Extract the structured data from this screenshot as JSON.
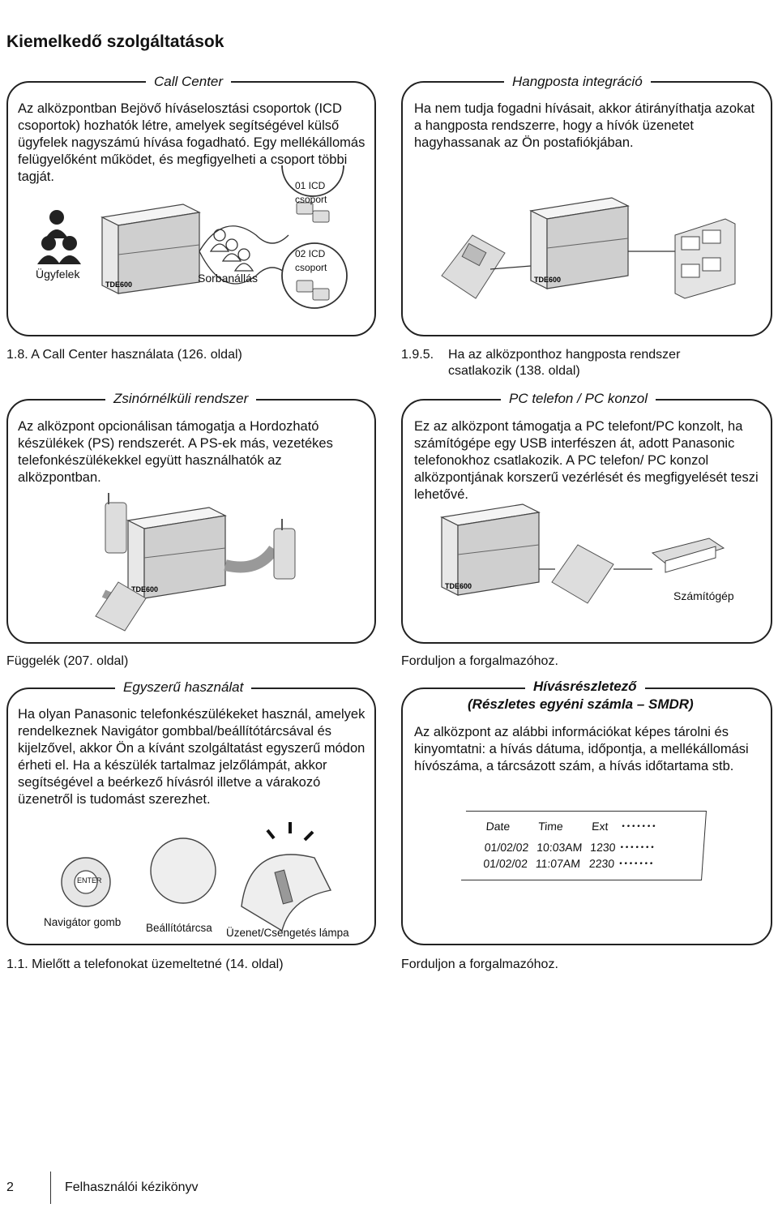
{
  "page_title": "Kiemelkedő szolgáltatások",
  "panels": {
    "call_center": {
      "title": "Call Center",
      "body": "Az alközpontban Bejövő híváselosztási csoportok (ICD csoportok) hozhatók létre, amelyek segítségével külső ügyfelek nagyszámú hívása fogadható. Egy mellékállomás felügyelőként működet, és megfigyelheti a csoport többi tagját.",
      "labels": {
        "customers": "Ügyfelek",
        "queue": "Sorbanállás",
        "icd01": "01 ICD csoport",
        "icd02": "02 ICD csoport"
      },
      "ref": "1.8.  A Call Center használata (126. oldal)"
    },
    "voicemail": {
      "title": "Hangposta integráció",
      "body": "Ha nem tudja fogadni hívásait, akkor átirányíthatja azokat a hangposta rendszerre, hogy a hívók üzenetet hagyhassanak az Ön postafiókjában.",
      "ref_num": "1.9.5.",
      "ref_text": "Ha az alközponthoz hangposta rendszer csatlakozik (138. oldal)"
    },
    "cordless": {
      "title": "Zsinórnélküli rendszer",
      "body": "Az alközpont opcionálisan támogatja a Hordozható készülékek (PS) rendszerét. A PS-ek más, vezetékes telefonkészülékekkel együtt használhatók az alközpontban.",
      "ref": "Függelék (207. oldal)"
    },
    "pc_phone": {
      "title": "PC telefon / PC konzol",
      "body": "Ez az alközpont támogatja a PC telefont/PC konzolt, ha számítógépe egy USB interfészen át, adott Panasonic telefonokhoz csatlakozik. A PC telefon/ PC konzol alközpontjának korszerű vezérlését és megfigyelését teszi lehetővé.",
      "label_computer": "Számítógép",
      "ref": "Forduljon a forgalmazóhoz."
    },
    "easy_use": {
      "title": "Egyszerű használat",
      "body": "Ha olyan Panasonic telefonkészülékeket használ, amelyek rendelkeznek Navigátor gombbal/beállítótárcsával és kijelzővel, akkor Ön a kívánt szolgáltatást egyszerű módon érheti el. Ha a készülék tartalmaz jelzőlámpát, akkor segítségével a beérkező hívásról illetve a várakozó üzenetről is tudomást szerezhet.",
      "labels": {
        "enter": "ENTER",
        "nav": "Navigátor gomb",
        "dial": "Beállítótárcsa",
        "lamp": "Üzenet/Csengetés lámpa"
      },
      "ref": "1.1.  Mielőtt a telefonokat üzemeltetné (14. oldal)"
    },
    "smdr": {
      "title_line1": "Hívásrészletező",
      "title_line2": "(Részletes egyéni számla – SMDR)",
      "body": "Az alközpont az alábbi információkat képes tárolni és kinyomtatni: a hívás dátuma, időpontja, a mellékállomási hívószáma, a tárcsázott szám, a hívás időtartama stb.",
      "headers": [
        "Date",
        "Time",
        "Ext",
        "• • • • • • •"
      ],
      "rows": [
        [
          "01/02/02",
          "10:03AM",
          "1230",
          "• • • • • • •"
        ],
        [
          "01/02/02",
          "11:07AM",
          "2230",
          "• • • • • • •"
        ]
      ],
      "ref": "Forduljon a forgalmazóhoz."
    }
  },
  "footer": {
    "page_number": "2",
    "manual": "Felhasználói kézikönyv"
  },
  "pbx_brand": "TDE600"
}
